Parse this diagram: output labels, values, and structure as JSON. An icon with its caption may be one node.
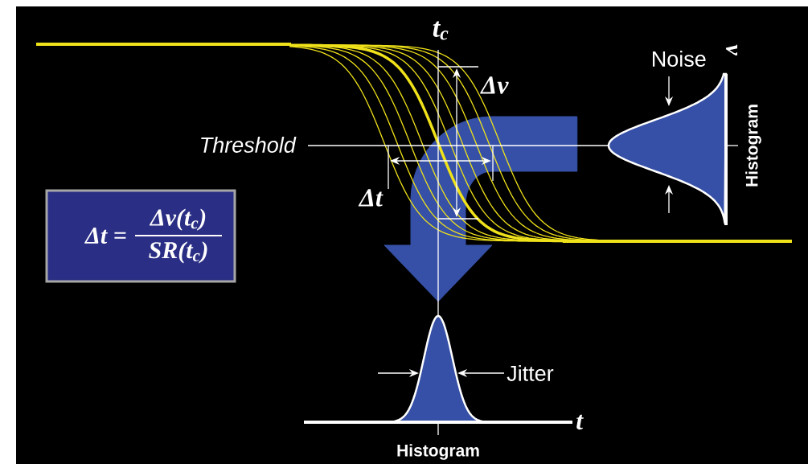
{
  "diagram": {
    "nodes": [
      {
        "text": [
          "Δt =",
          "Δv(t$_{c}$)",
          "SR(t$_{c}$)"
        ]
      },
      {
        "text": [],
        "shape": "picture",
        "beside": [
          "Histogram"
        ]
      },
      {
        "text": [],
        "shape": "picture",
        "beside": [
          "Histogram"
        ]
      }
    ],
    "edges": [
      {
        "from": 1,
        "to": 2,
        "arrow": "to",
        "style": "thick",
        "color": "#3550a6"
      }
    ],
    "labels": [
      "t$_{c}$",
      "Δv",
      "Threshold",
      "Δt",
      "Noise",
      "v",
      "Jitter",
      "t"
    ]
  }
}
